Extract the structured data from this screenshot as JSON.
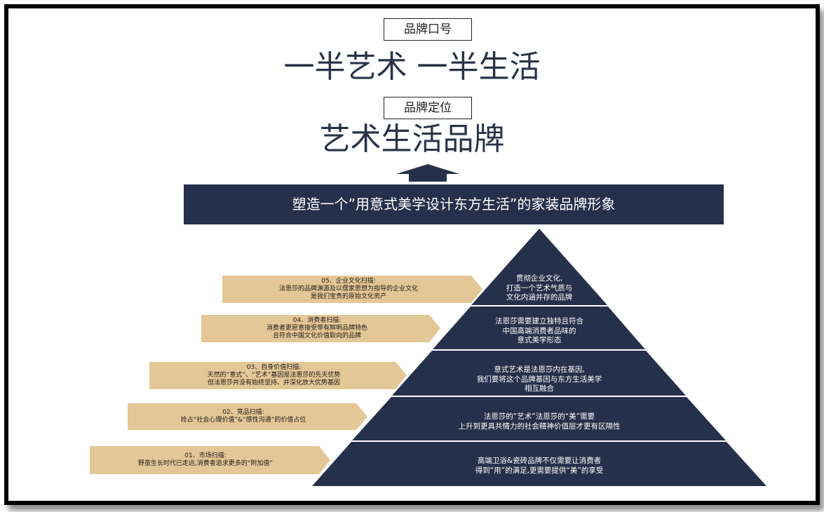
{
  "slogan": {
    "label": "品牌口号",
    "text": "一半艺术 一半生活"
  },
  "positioning": {
    "label": "品牌定位",
    "text": "艺术生活品牌"
  },
  "banner": "塑造一个”用意式美学设计东方生活”的家装品牌形象",
  "colors": {
    "navy": "#25304a",
    "tan": "#e4c796",
    "text_dark": "#2a3348"
  },
  "pyramid_tiers": [
    {
      "lines": [
        "贯彻企业文化,",
        "打造一个艺术气质与",
        "文化内涵并存的品牌"
      ]
    },
    {
      "lines": [
        "法恩莎需要建立独特且符合",
        "中国高端消费者品味的",
        "意式美学形态"
      ]
    },
    {
      "lines": [
        "意式艺术是法恩莎内在基因,",
        "我们要将这个品牌基因与东方生活美学",
        "相互融合"
      ]
    },
    {
      "lines": [
        "法恩莎的“艺术”法恩莎的“美”需要",
        "上升到更具共情力的社会精神价值层才更有区隔性"
      ]
    },
    {
      "lines": [
        "高端卫浴&瓷砖品牌不仅需要让消费者",
        "得到“用”的满足,更需要提供“美”的享受"
      ]
    }
  ],
  "steps": [
    {
      "lines": [
        "05、企业文化扫描:",
        "法恩莎的品牌渊源及以儒家思想为指导的企业文化",
        "是我们宝贵的原始文化资产"
      ]
    },
    {
      "lines": [
        "04、消费者扫描:",
        "消费者更愿意接受带有鲜明品牌特色",
        "且符合中国文化价值取向的品牌"
      ]
    },
    {
      "lines": [
        "03、自身价值扫描:",
        "天然的“意式”、“艺术”基因是法恩莎的先天优势",
        "但法恩莎并没有始终坚持、并深化放大优势基因"
      ]
    },
    {
      "lines": [
        "02、竞品扫描:",
        "抢占“社会心理价值”&“感性沟通”的价值占位"
      ]
    },
    {
      "lines": [
        "01、市场扫描:",
        "野蛮生长时代已走远,消费者追求更多的“附加值”"
      ]
    }
  ]
}
